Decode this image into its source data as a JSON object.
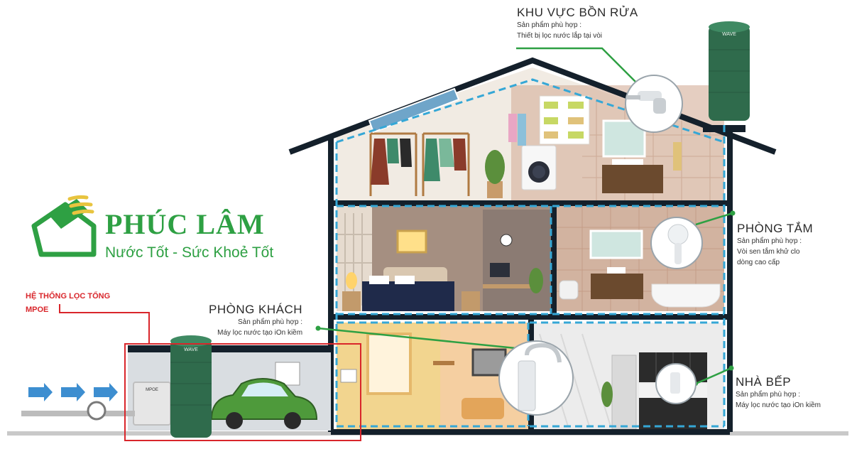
{
  "brand": {
    "name": "PHÚC LÂM",
    "slogan": "Nước Tốt - Sức Khoẻ Tốt"
  },
  "zones": {
    "sink": {
      "title": "KHU VỰC BỒN RỬA",
      "label": "Sản phẩm phù hợp :",
      "product": "Thiết bị lọc nước lắp tại vòi"
    },
    "bathroom": {
      "title": "PHÒNG TẮM",
      "label": "Sản phẩm phù hợp :",
      "product_line1": "Vòi sen tắm khử clo",
      "product_line2": "dòng cao cấp"
    },
    "living_room": {
      "title": "PHÒNG KHÁCH",
      "label": "Sản phẩm phù hợp :",
      "product": "Máy lọc nước tạo iOn kiềm"
    },
    "kitchen": {
      "title": "NHÀ BẾP",
      "label": "Sản phẩm phù hợp :",
      "product": "Máy lọc nước tạo iOn kiềm"
    }
  },
  "system": {
    "line1": "HỆ THỐNG LỌC TỔNG",
    "line2": "MPOE"
  },
  "tank_brand": "WAVE",
  "filter_brand": "MPOE",
  "colors": {
    "brand_green": "#2ea043",
    "tank_green": "#2f6b4c",
    "pipe_blue": "#35a7d6",
    "outline_dark": "#14202b",
    "accent_red": "#d9262b"
  }
}
